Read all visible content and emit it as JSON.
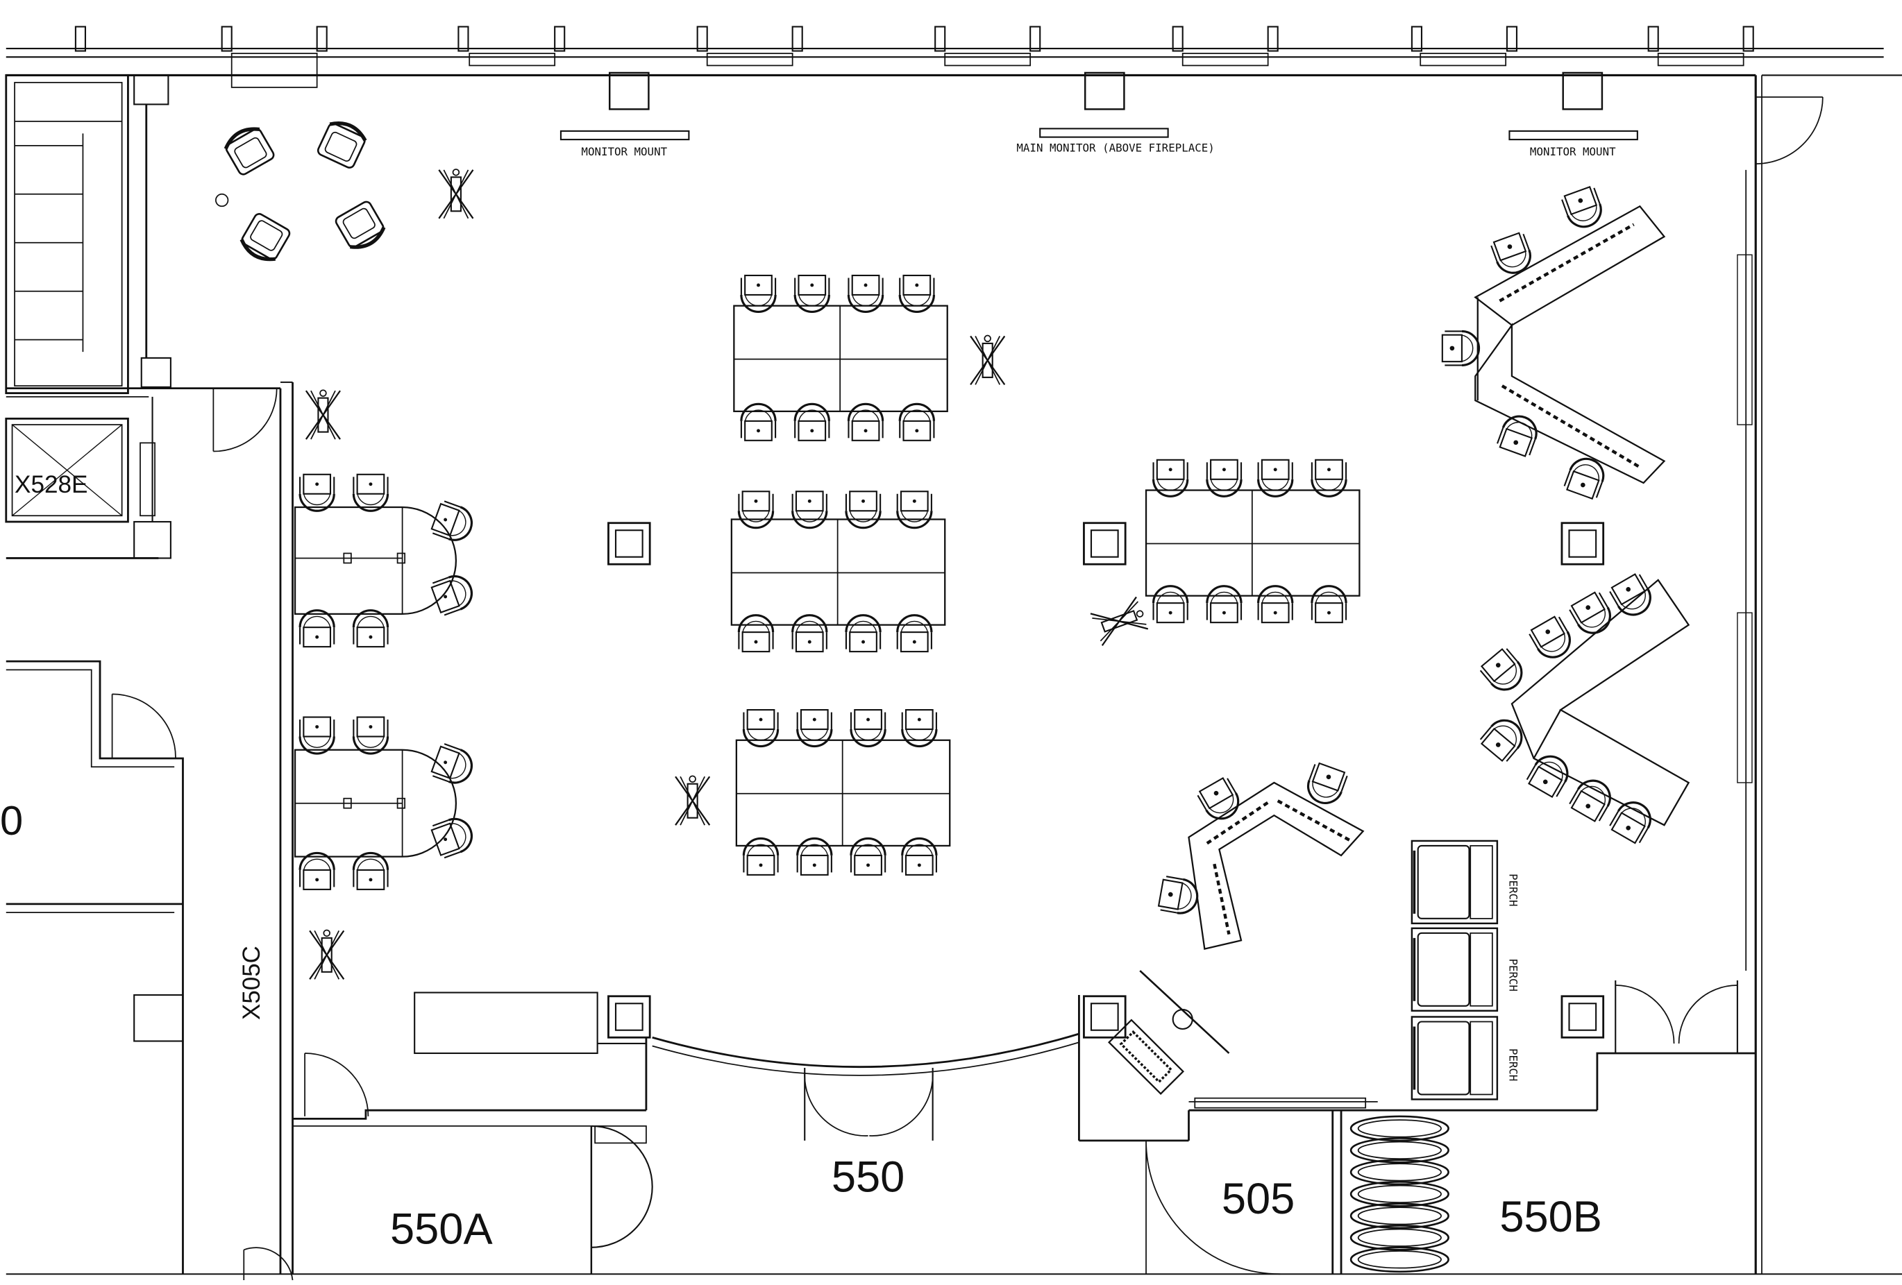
{
  "rooms": {
    "r550": "550",
    "r550a": "550A",
    "r550b": "550B",
    "r505": "505",
    "x528e": "X528E",
    "x505c": "X505C",
    "cut": "0"
  },
  "annotations": {
    "monitor_mount_left": "MONITOR MOUNT",
    "main_monitor": "MAIN MONITOR (ABOVE FIREPLACE)",
    "monitor_mount_right": "MONITOR MOUNT",
    "perch_1": "PERCH",
    "perch_2": "PERCH",
    "perch_3": "PERCH"
  }
}
